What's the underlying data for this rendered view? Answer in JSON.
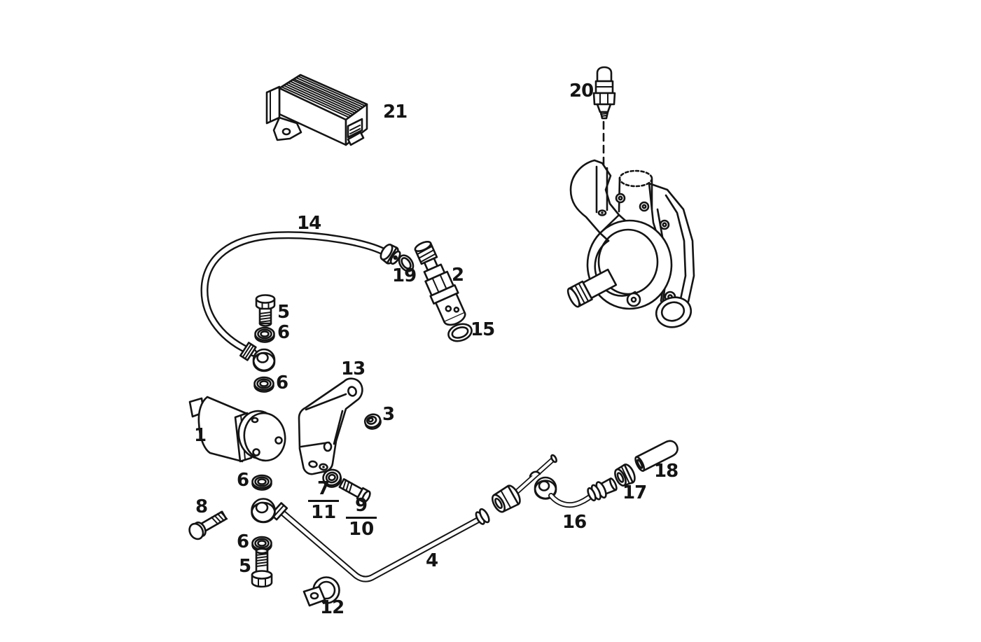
{
  "diagram": {
    "kind": "exploded-parts-diagram",
    "colors": {
      "background": "#ffffff",
      "ink": "#141414"
    }
  },
  "labels": {
    "part1": "1",
    "part2": "2",
    "part3": "3",
    "part4": "4",
    "part5": "5",
    "part6": "6",
    "part7": "7",
    "part8": "8",
    "part9": "9",
    "part10": "10",
    "part11": "11",
    "part12": "12",
    "part13": "13",
    "part14": "14",
    "part15": "15",
    "part16": "16",
    "part17": "17",
    "part18": "18",
    "part19": "19",
    "part20": "20",
    "part21": "21"
  }
}
